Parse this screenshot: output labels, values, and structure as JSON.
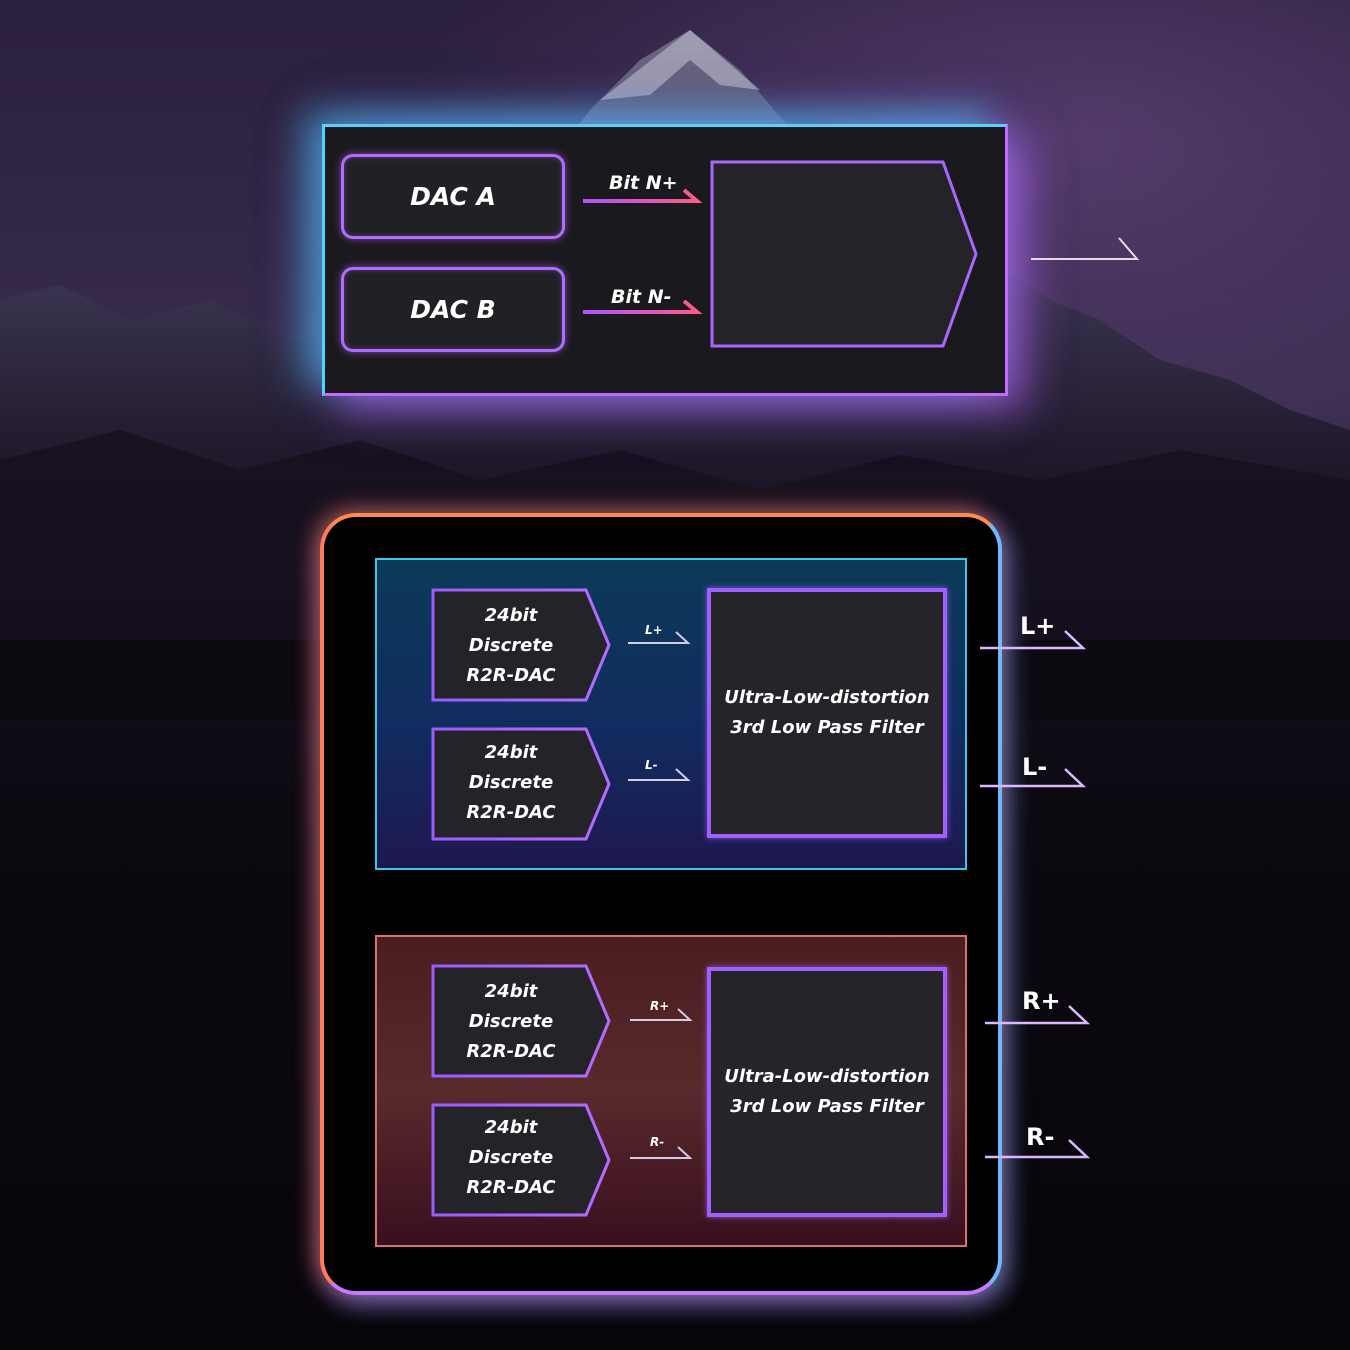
{
  "top_diagram": {
    "dac_a": "DAC A",
    "dac_b": "DAC B",
    "bit_pos": "Bit N+",
    "bit_neg": "Bit N-",
    "ch_title": "CH X",
    "ch_subtitle": "Discrete R2R-DAC"
  },
  "left_channel": {
    "dac_top": [
      "24bit",
      "Discrete",
      "R2R-DAC"
    ],
    "dac_bottom": [
      "24bit",
      "Discrete",
      "R2R-DAC"
    ],
    "signal_pos": "L+",
    "signal_neg": "L-",
    "filter": [
      "Ultra-Low-distortion",
      "3rd Low Pass Filter"
    ],
    "out_pos": "L+",
    "out_neg": "L-"
  },
  "right_channel": {
    "dac_top": [
      "24bit",
      "Discrete",
      "R2R-DAC"
    ],
    "dac_bottom": [
      "24bit",
      "Discrete",
      "R2R-DAC"
    ],
    "signal_pos": "R+",
    "signal_neg": "R-",
    "filter": [
      "Ultra-Low-distortion",
      "3rd Low Pass Filter"
    ],
    "out_pos": "R+",
    "out_neg": "R-"
  },
  "colors": {
    "cyan_glow": "#55d0ff",
    "purple_glow": "#c26cff",
    "orange_glow": "#ff8a4a",
    "left_panel_border": "#3fc6e8",
    "right_panel_border": "#d8706e"
  }
}
